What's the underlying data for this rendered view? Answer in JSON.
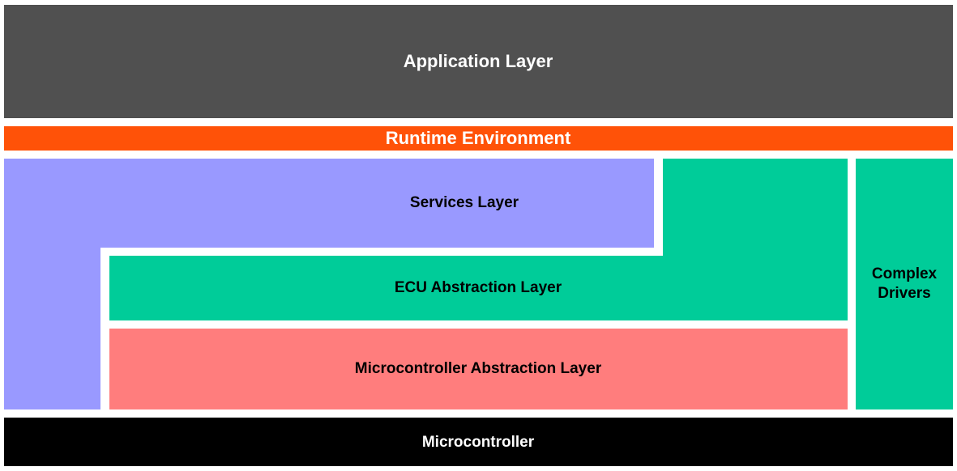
{
  "layers": {
    "application": {
      "label": "Application Layer",
      "color": "#505050"
    },
    "runtime": {
      "label": "Runtime Environment",
      "color": "#ff5208"
    },
    "services": {
      "label": "Services Layer",
      "color": "#9999ff"
    },
    "ecu_abstraction": {
      "label": "ECU Abstraction Layer",
      "color": "#00cc99"
    },
    "mcal": {
      "label": "Microcontroller Abstraction Layer",
      "color": "#ff7d7d"
    },
    "complex_drivers": {
      "label": "Complex Drivers",
      "color": "#00cc99"
    },
    "microcontroller": {
      "label": "Microcontroller",
      "color": "#000000"
    }
  }
}
